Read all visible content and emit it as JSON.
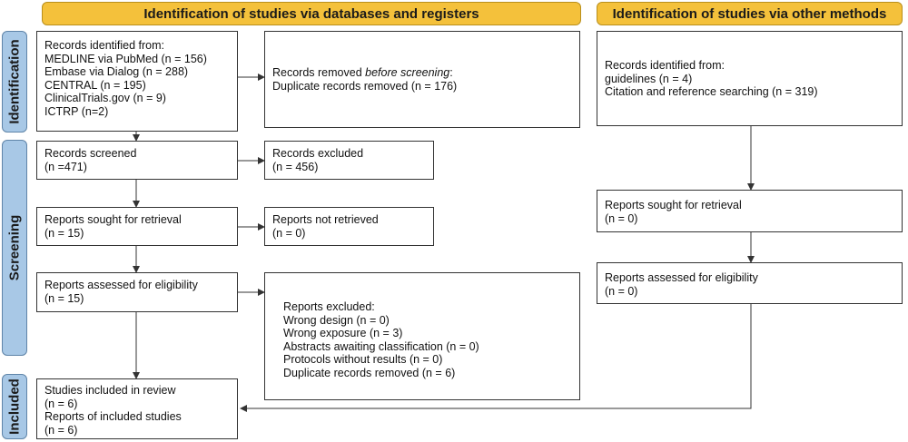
{
  "headers": {
    "databases": "Identification of studies via databases and registers",
    "other": "Identification of studies via other methods"
  },
  "phases": {
    "identification": "Identification",
    "screening": "Screening",
    "included": "Included"
  },
  "boxes": {
    "records_identified": [
      "Records identified from:",
      "MEDLINE via PubMed (n = 156)",
      "Embase via Dialog (n = 288)",
      "CENTRAL  (n = 195)",
      "ClinicalTrials.gov (n = 9)",
      "ICTRP (n=2)"
    ],
    "records_removed": {
      "prefix": "Records removed ",
      "emphasis": "before screening",
      "suffix": ":",
      "line2": "Duplicate records removed  (n = 176)"
    },
    "records_screened": [
      "Records screened",
      "(n =471)"
    ],
    "records_excluded": [
      "Records excluded",
      "(n = 456)"
    ],
    "reports_sought": [
      "Reports sought for retrieval",
      "(n = 15)"
    ],
    "reports_not_retrieved": [
      "Reports not retrieved",
      "(n = 0)"
    ],
    "reports_assessed": [
      "Reports assessed for eligibility",
      "(n = 15)"
    ],
    "reports_excluded": [
      "Reports excluded:",
      "Wrong design (n = 0)",
      "Wrong exposure (n = 3)",
      "Abstracts awaiting classification (n = 0)",
      "Protocols without results (n = 0)",
      "Duplicate records removed  (n = 6)"
    ],
    "studies_included": [
      "Studies included in review",
      "(n = 6)",
      "Reports of included studies",
      "(n = 6)"
    ],
    "other_identified": [
      "Records identified from:",
      "guidelines (n = 4)",
      "Citation and reference searching (n = 319)"
    ],
    "other_sought": [
      "Reports sought for retrieval",
      "(n = 0)"
    ],
    "other_assessed": [
      "Reports assessed for eligibility",
      "(n = 0)"
    ]
  }
}
